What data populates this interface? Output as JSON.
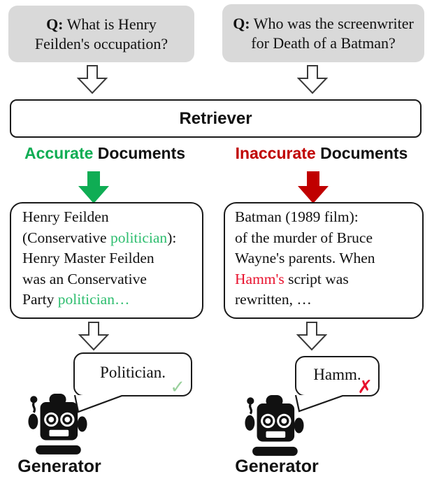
{
  "colors": {
    "question_box_gray": "#d9d9d9",
    "accurate_green": "#0fad54",
    "doc_highlight_green": "#2dbd6e",
    "inaccurate_red": "#c00000",
    "doc_highlight_red": "#e8112d",
    "check_green": "#99d09c",
    "border_black": "#1a1a1a"
  },
  "questions": {
    "left": {
      "prefix": "Q:",
      "line1": " What is Henry",
      "line2": "Feilden's occupation?"
    },
    "right": {
      "prefix": "Q:",
      "line1": " Who was the screenwriter",
      "line2": "for Death of a Batman?"
    }
  },
  "retriever": {
    "label": "Retriever"
  },
  "labels": {
    "left": {
      "highlight": "Accurate",
      "rest": " Documents"
    },
    "right": {
      "highlight": "Inaccurate",
      "rest": " Documents"
    }
  },
  "documents": {
    "left": {
      "l1": "Henry Feilden",
      "l2a": "(Conservative ",
      "l2b": "politician",
      "l2c": "):",
      "l3": "Henry Master Feilden",
      "l4": "was an Conservative",
      "l5a": "Party ",
      "l5b": "politician…"
    },
    "right": {
      "l1": "Batman (1989 film):",
      "l2": "of the murder of Bruce",
      "l3": "Wayne's parents. When",
      "l4a": "Hamm's",
      "l4b": " script was",
      "l5": "rewritten, …"
    }
  },
  "answers": {
    "left": {
      "text": "Politician.",
      "mark": "✓"
    },
    "right": {
      "text": "Hamm.",
      "mark": "✗"
    }
  },
  "generators": {
    "left": "Generator",
    "right": "Generator"
  }
}
